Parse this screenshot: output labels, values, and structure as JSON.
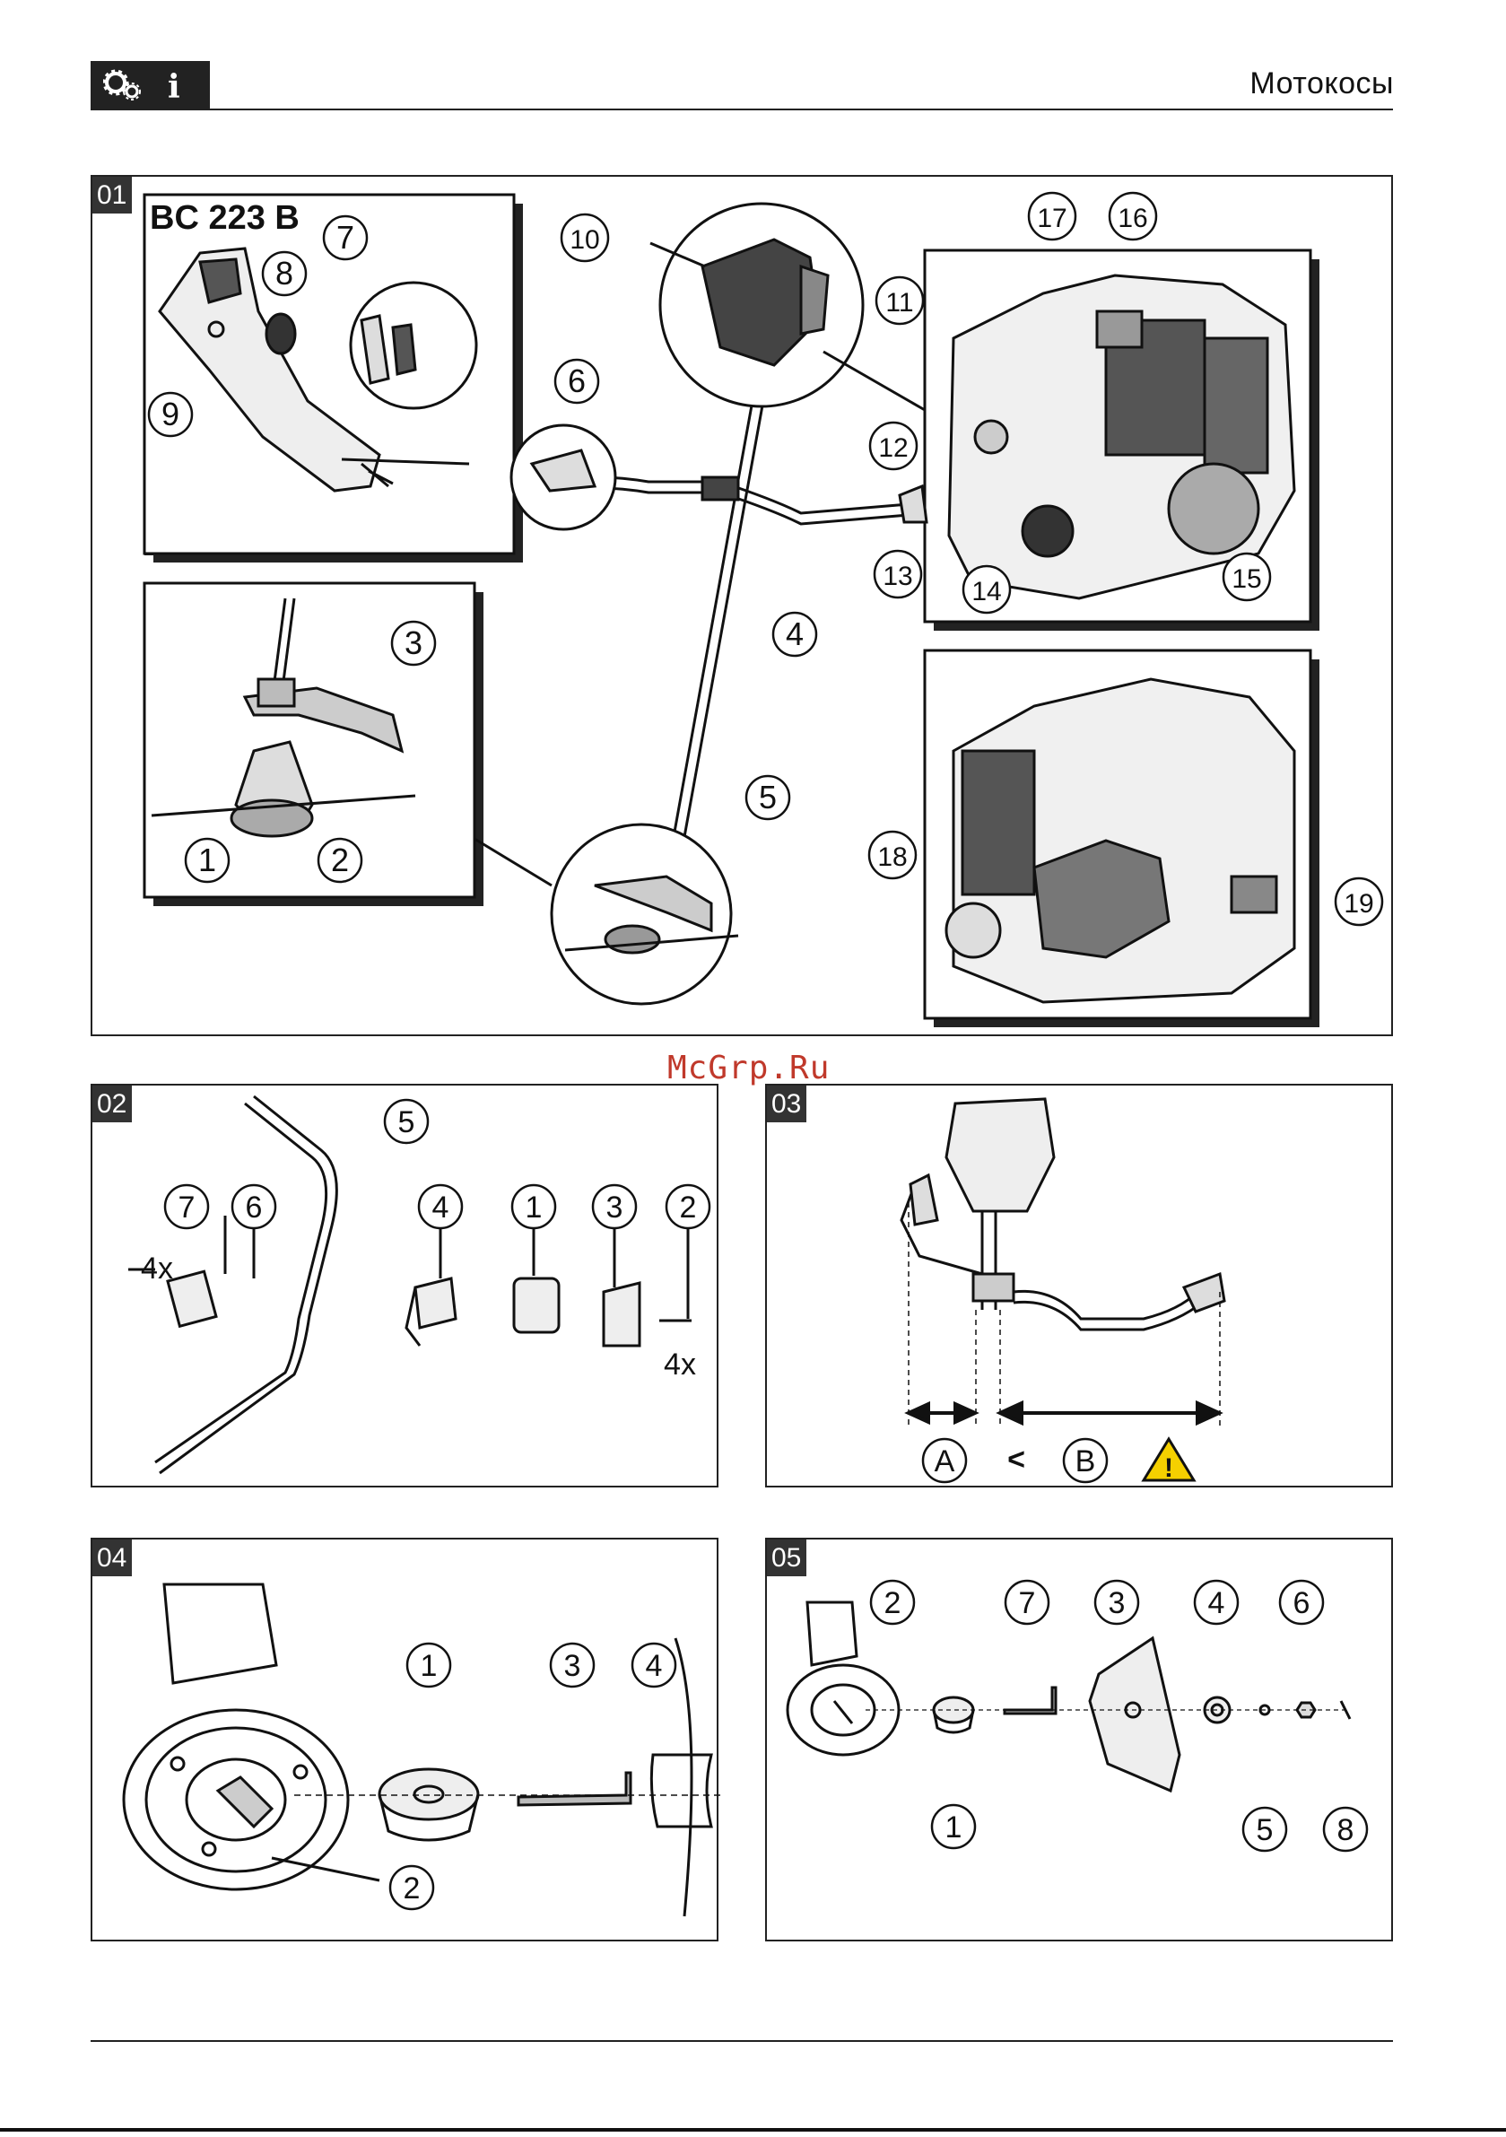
{
  "header": {
    "section_icons": [
      "gears-icon",
      "info-icon"
    ],
    "info_glyph": "i",
    "title": "Мотокосы"
  },
  "watermark": "McGrp.Ru",
  "panels": [
    {
      "id": "01",
      "model": "BC 223 B",
      "callouts": [
        "1",
        "2",
        "3",
        "4",
        "5",
        "6",
        "7",
        "8",
        "9",
        "10",
        "11",
        "12",
        "13",
        "14",
        "15",
        "16",
        "17",
        "18",
        "19"
      ]
    },
    {
      "id": "02",
      "callouts": [
        "1",
        "2",
        "3",
        "4",
        "5",
        "6",
        "7"
      ],
      "qty_labels": [
        "4x",
        "4x"
      ]
    },
    {
      "id": "03",
      "callouts": [
        "A",
        "B"
      ],
      "relation": "<",
      "warning_icon": "warning-triangle-icon",
      "warning_glyph": "!"
    },
    {
      "id": "04",
      "callouts": [
        "1",
        "2",
        "3",
        "4"
      ]
    },
    {
      "id": "05",
      "callouts": [
        "1",
        "2",
        "3",
        "4",
        "5",
        "6",
        "7",
        "8"
      ]
    }
  ]
}
